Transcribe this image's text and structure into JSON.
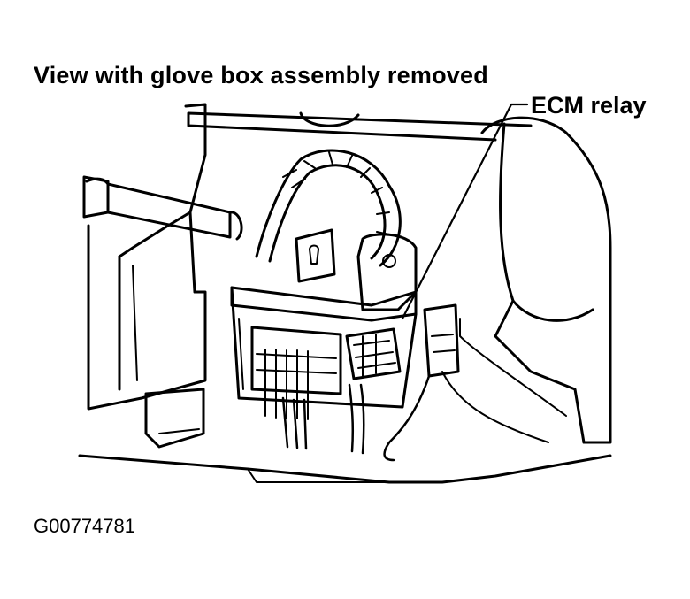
{
  "title": "View with glove box assembly removed",
  "callouts": {
    "ecm_relay": "ECM relay"
  },
  "figure_id": "G00774781",
  "colors": {
    "ink": "#000000",
    "paper": "#ffffff"
  }
}
